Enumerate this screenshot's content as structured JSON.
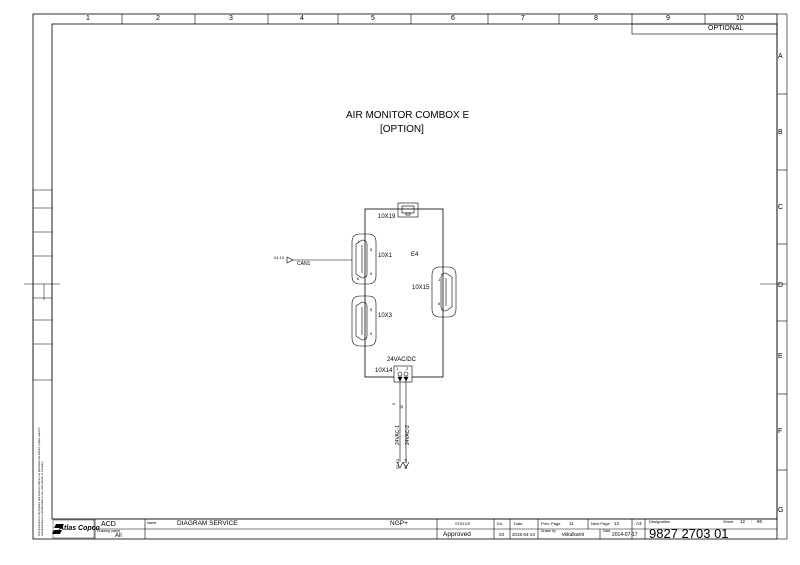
{
  "frame": {
    "col_labels": [
      "1",
      "2",
      "3",
      "4",
      "5",
      "6",
      "7",
      "8",
      "9",
      "10"
    ],
    "row_labels": [
      "A",
      "B",
      "C",
      "D",
      "E",
      "F",
      "G"
    ],
    "optional_label": "OPTIONAL"
  },
  "title": {
    "line1": "AIR MONITOR COMBOX E",
    "line2": "[OPTION]"
  },
  "diagram": {
    "device_label": "E4",
    "conn_10x19": "10X19",
    "conn_10x1": "10X1",
    "conn_10x3": "10X3",
    "conn_10x15": "10X15",
    "conn_10x14": "10X14",
    "supply_label": "24VAC/DC",
    "can_ref": "04.10",
    "can_label": "CAN1",
    "pin_5": "5",
    "pin_9": "9",
    "pin_1": "1",
    "pin_6": "6",
    "pin_5b": "5",
    "pin_9b": "9",
    "pin_1b": "1",
    "pin_6b": "6",
    "pin_1c": "1",
    "pin_2c": "2",
    "wire_5": "5",
    "wire_11": "11",
    "wire_1_label": "24VAC-1",
    "wire_2_label": "24VAC-2",
    "ref_1": "02.10",
    "ref_2": "02.10"
  },
  "side_note": "This document is our property and shall not without our permission be altered, copied, used for manufacturing or communicated to any other person or company.",
  "title_block": {
    "brand": "Atlas Copco",
    "acd": "ACD",
    "drawing_owner_label": "Drawing owner",
    "drawing_owner": "All",
    "name_label": "Name",
    "name": "DIAGRAM SERVICE",
    "product": "NGP+",
    "status_label": "STATUS",
    "status": "Approved",
    "ed_label": "Ed.",
    "ed": "03",
    "date_label": "Date",
    "date": "2015-04-24",
    "prev_page_label": "Prev. Page",
    "prev_page": "11",
    "next_page_label": "Next Page",
    "next_page": "13",
    "format": "A3",
    "drawn_by_label": "Drawn by",
    "drawn_by": "vkkulkarni",
    "date2_label": "Date",
    "date2": "2014-07-17",
    "designation_label": "Designation",
    "designation": "9827 2703 01",
    "sheet_label": "Sheet",
    "sheet": "12",
    "sheet_sep": ":",
    "sheet_total": "96"
  }
}
